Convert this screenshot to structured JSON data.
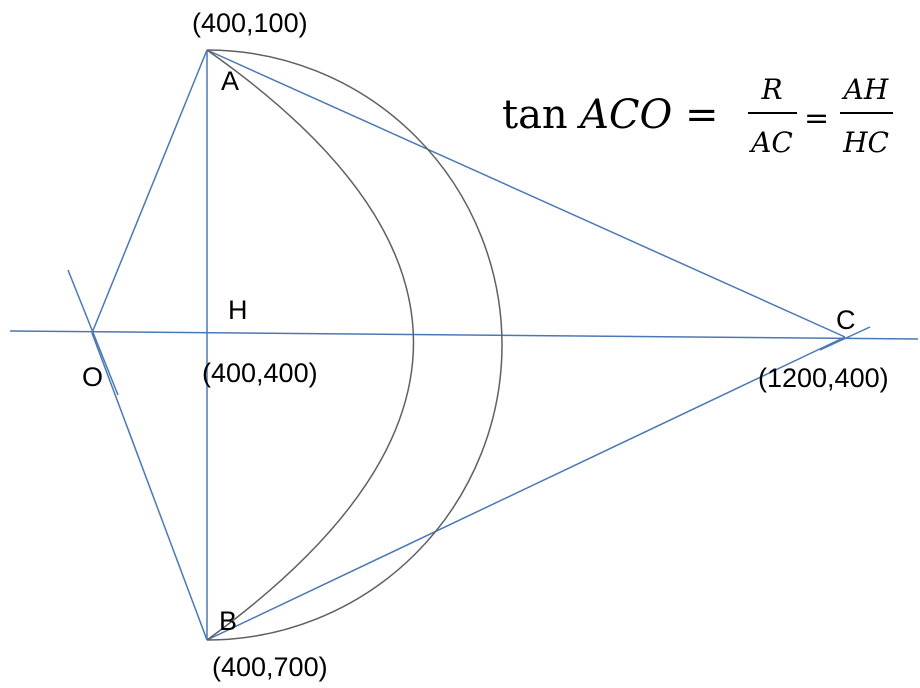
{
  "colors": {
    "line": "#4a78b5",
    "arc": "#606060",
    "text": "#000000"
  },
  "points": {
    "A": {
      "label": "A",
      "coords": "(400,100)"
    },
    "B": {
      "label": "B",
      "coords": "(400,700)"
    },
    "H": {
      "label": "H",
      "coords": "(400,400)"
    },
    "C": {
      "label": "C",
      "coords": "(1200,400)"
    },
    "O": {
      "label": "O"
    }
  },
  "equation": {
    "func": "tan",
    "angle": "ACO",
    "equals": "=",
    "frac1_num": "R",
    "frac1_den": "AC",
    "equals2": "=",
    "frac2_num": "AH",
    "frac2_den": "HC"
  }
}
